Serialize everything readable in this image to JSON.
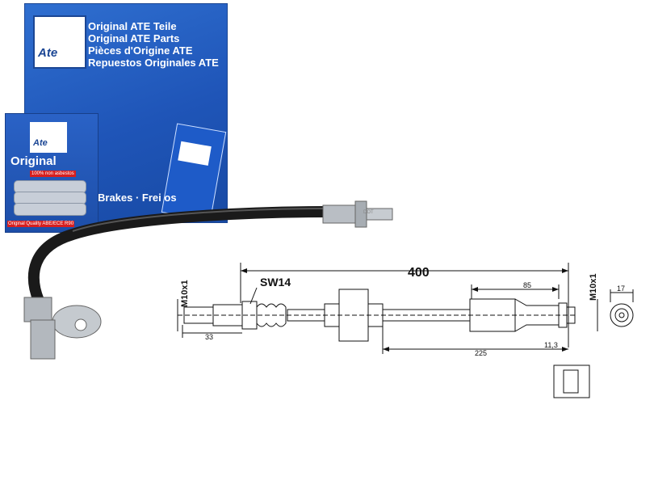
{
  "box_main": {
    "brand": "Ate",
    "lines": [
      "Original ATE Teile",
      "Original ATE Parts",
      "Pièces d'Origine ATE",
      "Repuestos Originales ATE"
    ],
    "brakes": "Brakes · Frei    os"
  },
  "box_small": {
    "brand": "Ate",
    "original": "Original",
    "asbestos": "100% non asbestos",
    "quality": "Original Quality   ABE/ECE R90"
  },
  "hose_print": "DOT",
  "drawing": {
    "length": "400",
    "sw": "SW14",
    "thread_left": "M10x1",
    "thread_right": "M10x1",
    "d33": "33",
    "d85": "85",
    "d225": "225",
    "d11": "11,3",
    "d17": "17"
  }
}
